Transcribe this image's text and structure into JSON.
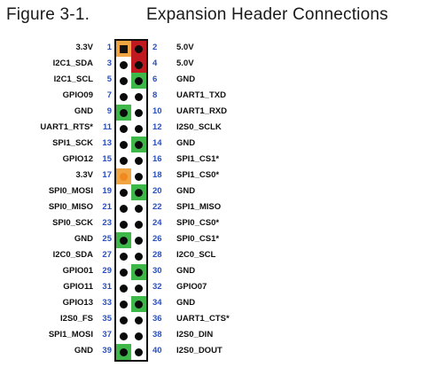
{
  "figure": {
    "label": "Figure 3-1.",
    "title": "Expansion Header Connections"
  },
  "colors": {
    "ground": "#3fb84a",
    "power_5v": "#c0191f",
    "power_3v3": "#f0a442",
    "pin": "#0a0a0a",
    "pin_number": "#2a4fbf"
  },
  "rows": [
    {
      "left": {
        "num": "1",
        "label": "3.3V",
        "bg": "orange",
        "shape": "square"
      },
      "right": {
        "num": "2",
        "label": "5.0V",
        "bg": "red",
        "shape": "circle"
      }
    },
    {
      "left": {
        "num": "3",
        "label": "I2C1_SDA",
        "bg": "none",
        "shape": "circle"
      },
      "right": {
        "num": "4",
        "label": "5.0V",
        "bg": "red",
        "shape": "circle"
      }
    },
    {
      "left": {
        "num": "5",
        "label": "I2C1_SCL",
        "bg": "none",
        "shape": "circle"
      },
      "right": {
        "num": "6",
        "label": "GND",
        "bg": "green",
        "shape": "circle"
      }
    },
    {
      "left": {
        "num": "7",
        "label": "GPIO09",
        "bg": "none",
        "shape": "circle"
      },
      "right": {
        "num": "8",
        "label": "UART1_TXD",
        "bg": "none",
        "shape": "circle"
      }
    },
    {
      "left": {
        "num": "9",
        "label": "GND",
        "bg": "green",
        "shape": "circle"
      },
      "right": {
        "num": "10",
        "label": "UART1_RXD",
        "bg": "none",
        "shape": "circle"
      }
    },
    {
      "left": {
        "num": "11",
        "label": "UART1_RTS*",
        "bg": "none",
        "shape": "circle"
      },
      "right": {
        "num": "12",
        "label": "I2S0_SCLK",
        "bg": "none",
        "shape": "circle"
      }
    },
    {
      "left": {
        "num": "13",
        "label": "SPI1_SCK",
        "bg": "none",
        "shape": "circle"
      },
      "right": {
        "num": "14",
        "label": "GND",
        "bg": "green",
        "shape": "circle"
      }
    },
    {
      "left": {
        "num": "15",
        "label": "GPIO12",
        "bg": "none",
        "shape": "circle"
      },
      "right": {
        "num": "16",
        "label": "SPI1_CS1*",
        "bg": "none",
        "shape": "circle"
      }
    },
    {
      "left": {
        "num": "17",
        "label": "3.3V",
        "bg": "orange",
        "shape": "orange-dot"
      },
      "right": {
        "num": "18",
        "label": "SPI1_CS0*",
        "bg": "none",
        "shape": "circle"
      }
    },
    {
      "left": {
        "num": "19",
        "label": "SPI0_MOSI",
        "bg": "none",
        "shape": "circle"
      },
      "right": {
        "num": "20",
        "label": "GND",
        "bg": "green",
        "shape": "circle"
      }
    },
    {
      "left": {
        "num": "21",
        "label": "SPI0_MISO",
        "bg": "none",
        "shape": "circle"
      },
      "right": {
        "num": "22",
        "label": "SPI1_MISO",
        "bg": "none",
        "shape": "circle"
      }
    },
    {
      "left": {
        "num": "23",
        "label": "SPI0_SCK",
        "bg": "none",
        "shape": "circle"
      },
      "right": {
        "num": "24",
        "label": "SPI0_CS0*",
        "bg": "none",
        "shape": "circle"
      }
    },
    {
      "left": {
        "num": "25",
        "label": "GND",
        "bg": "green",
        "shape": "circle"
      },
      "right": {
        "num": "26",
        "label": "SPI0_CS1*",
        "bg": "none",
        "shape": "circle"
      }
    },
    {
      "left": {
        "num": "27",
        "label": "I2C0_SDA",
        "bg": "none",
        "shape": "circle"
      },
      "right": {
        "num": "28",
        "label": "I2C0_SCL",
        "bg": "none",
        "shape": "circle"
      }
    },
    {
      "left": {
        "num": "29",
        "label": "GPIO01",
        "bg": "none",
        "shape": "circle"
      },
      "right": {
        "num": "30",
        "label": "GND",
        "bg": "green",
        "shape": "circle"
      }
    },
    {
      "left": {
        "num": "31",
        "label": "GPIO11",
        "bg": "none",
        "shape": "circle"
      },
      "right": {
        "num": "32",
        "label": "GPIO07",
        "bg": "none",
        "shape": "circle"
      }
    },
    {
      "left": {
        "num": "33",
        "label": "GPIO13",
        "bg": "none",
        "shape": "circle"
      },
      "right": {
        "num": "34",
        "label": "GND",
        "bg": "green",
        "shape": "circle"
      }
    },
    {
      "left": {
        "num": "35",
        "label": "I2S0_FS",
        "bg": "none",
        "shape": "circle"
      },
      "right": {
        "num": "36",
        "label": "UART1_CTS*",
        "bg": "none",
        "shape": "circle"
      }
    },
    {
      "left": {
        "num": "37",
        "label": "SPI1_MOSI",
        "bg": "none",
        "shape": "circle"
      },
      "right": {
        "num": "38",
        "label": "I2S0_DIN",
        "bg": "none",
        "shape": "circle"
      }
    },
    {
      "left": {
        "num": "39",
        "label": "GND",
        "bg": "green",
        "shape": "circle"
      },
      "right": {
        "num": "40",
        "label": "I2S0_DOUT",
        "bg": "none",
        "shape": "circle"
      }
    }
  ]
}
